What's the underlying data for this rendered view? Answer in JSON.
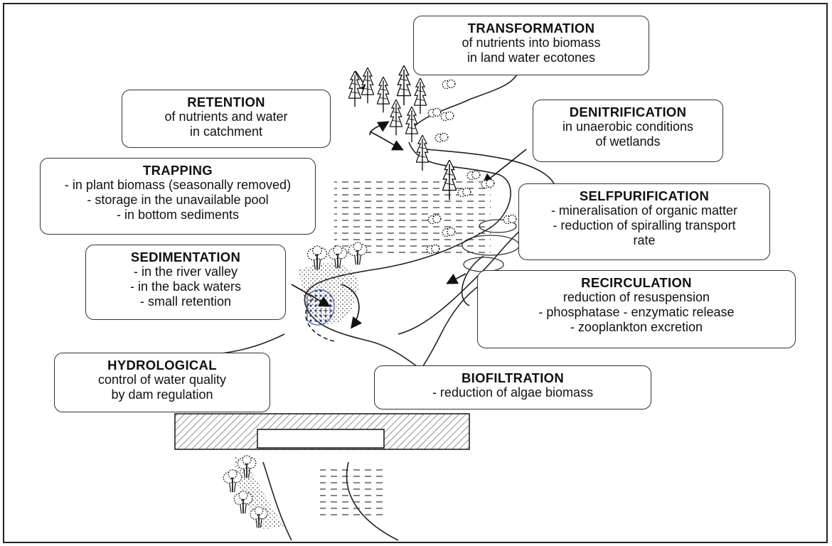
{
  "boxes": {
    "transformation": {
      "title": "TRANSFORMATION",
      "lines": [
        "of nutrients into biomass",
        "in land water ecotones"
      ]
    },
    "retention": {
      "title": "RETENTION",
      "lines": [
        "of nutrients and water",
        "in catchment"
      ]
    },
    "denitrification": {
      "title": "DENITRIFICATION",
      "lines": [
        "in unaerobic conditions",
        "of wetlands"
      ]
    },
    "trapping": {
      "title": "TRAPPING",
      "lines": [
        "- in plant biomass (seasonally removed)",
        "- storage in the unavailable pool",
        "- in bottom sediments"
      ]
    },
    "selfpurification": {
      "title": "SELFPURIFICATION",
      "lines": [
        "- mineralisation of organic matter",
        "- reduction of spiralling transport",
        "rate"
      ]
    },
    "sedimentation": {
      "title": "SEDIMENTATION",
      "lines": [
        "- in the river valley",
        "- in the back waters",
        "- small retention"
      ]
    },
    "recirculation": {
      "title": "RECIRCULATION",
      "lines": [
        "reduction of resuspension",
        "- phosphatase - enzymatic release",
        "- zooplankton excretion"
      ]
    },
    "hydrological": {
      "title": "HYDROLOGICAL",
      "lines": [
        "control of water quality",
        "by dam regulation"
      ]
    },
    "biofiltration": {
      "title": "BIOFILTRATION",
      "lines": [
        "- reduction of algae biomass"
      ]
    }
  },
  "icons": [
    "conifer-tree-icon",
    "deciduous-tree-icon",
    "shrub-icon",
    "dam-icon",
    "arrow-icon"
  ]
}
